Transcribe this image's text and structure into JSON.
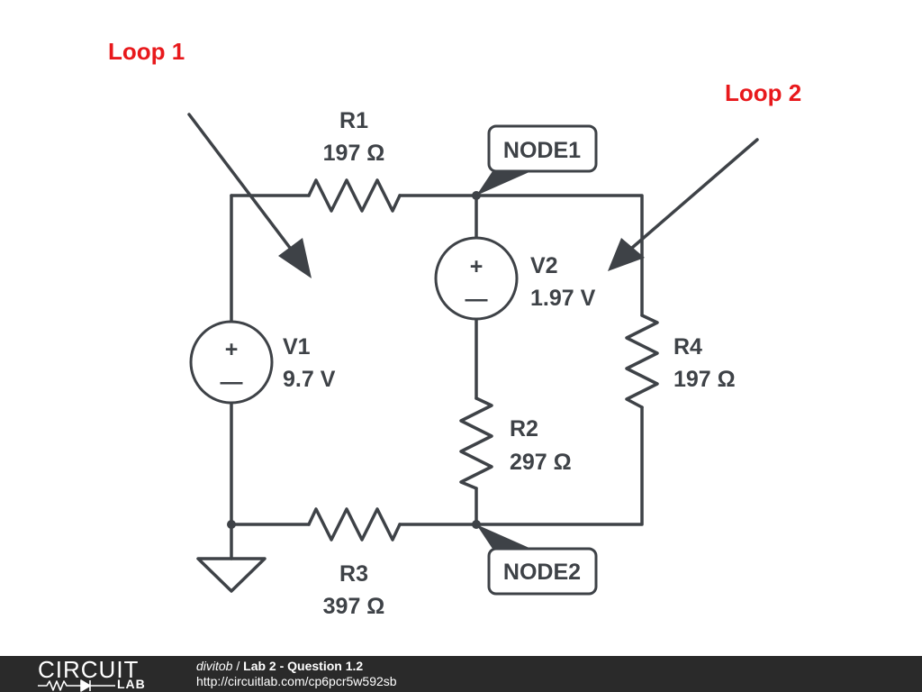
{
  "annotations": {
    "loop1": "Loop 1",
    "loop2": "Loop 2",
    "loop_color": "#e8191c"
  },
  "components": {
    "r1": {
      "name": "R1",
      "value": "197 Ω"
    },
    "r2": {
      "name": "R2",
      "value": "297 Ω"
    },
    "r3": {
      "name": "R3",
      "value": "397 Ω"
    },
    "r4": {
      "name": "R4",
      "value": "197 Ω"
    },
    "v1": {
      "name": "V1",
      "value": "9.7 V"
    },
    "v2": {
      "name": "V2",
      "value": "1.97 V"
    }
  },
  "nodes": {
    "node1": "NODE1",
    "node2": "NODE2"
  },
  "source_symbols": {
    "plus": "+",
    "minus": "—"
  },
  "footer": {
    "logo_top": "CIRCUIT",
    "logo_bottom": "LAB",
    "user": "divitob",
    "separator": " / ",
    "title": "Lab 2 - Question 1.2",
    "url": "http://circuitlab.com/cp6pcr5w592sb"
  },
  "colors": {
    "wire": "#3e4247",
    "footer_bg": "#2a2a2a"
  }
}
